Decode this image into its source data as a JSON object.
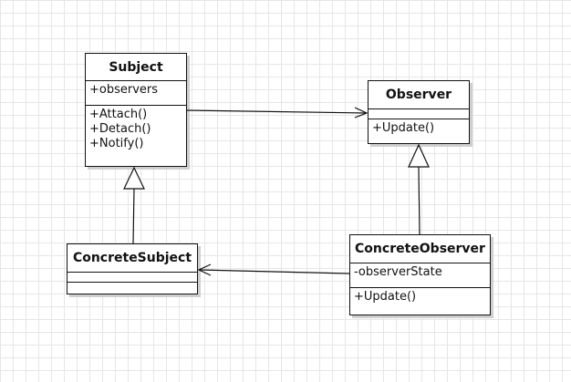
{
  "classes": {
    "subject": {
      "name": "Subject",
      "attributes": [
        "+observers"
      ],
      "operations": [
        "+Attach()",
        "+Detach()",
        "+Notify()"
      ]
    },
    "observer": {
      "name": "Observer",
      "attributes": [],
      "operations": [
        "+Update()"
      ]
    },
    "concrete_subject": {
      "name": "ConcreteSubject",
      "attributes": [],
      "operations": []
    },
    "concrete_observer": {
      "name": "ConcreteObserver",
      "attributes": [
        "-observerState"
      ],
      "operations": [
        "+Update()"
      ]
    }
  },
  "relations": [
    {
      "type": "association",
      "from": "Subject",
      "to": "Observer"
    },
    {
      "type": "association",
      "from": "ConcreteObserver",
      "to": "ConcreteSubject"
    },
    {
      "type": "generalization",
      "from": "ConcreteSubject",
      "to": "Subject"
    },
    {
      "type": "generalization",
      "from": "ConcreteObserver",
      "to": "Observer"
    }
  ]
}
